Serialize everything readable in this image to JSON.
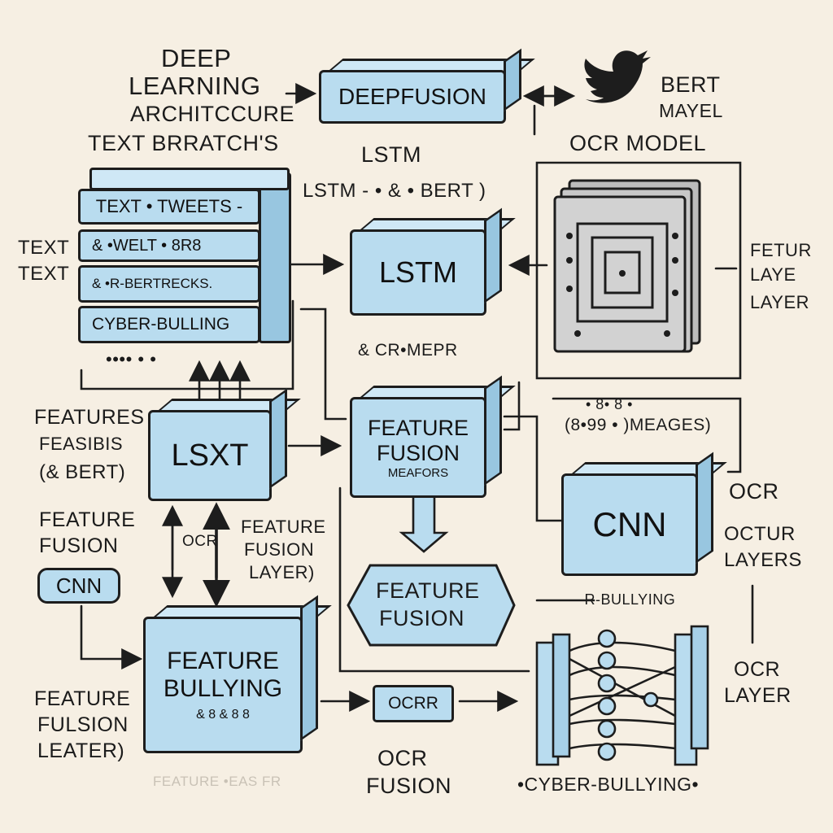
{
  "title_lines": [
    "DEEP",
    "LEARNING",
    "ARCHITCCURE",
    "TEXT BRRATCH'S"
  ],
  "deepfusion": "DEEPFUSION",
  "bert_model": [
    "BERT",
    "MAYEL"
  ],
  "ocr_model": "OCR MODEL",
  "lstm_top": "LSTM",
  "lstm_bert": "LSTM - • & • BERT )",
  "text_stack": [
    "TEXT • TWEETS -",
    "& •WELT • 8R8",
    "& •R-BERTRECKS.",
    "CYBER-BULLING"
  ],
  "text_side": [
    "TEXT",
    "TEXT"
  ],
  "lstm_box": "LSTM",
  "fetur_layer": [
    "FETUR",
    "LAYE",
    "LAYER"
  ],
  "ocr_mepr": "& CR•MEPR",
  "dots_row": "•••• • •",
  "features_left": [
    "FEATURES",
    "FEASIBIS",
    "(& BERT)"
  ],
  "lsxt": "LSXT",
  "feature_fusion_box": [
    "FEATURE",
    "FUSION",
    "MEAFORS"
  ],
  "images_label": "(8•99 • )MEAGES)",
  "images_top": "• 8• 8 •",
  "feature_fusion_left": [
    "FEATURE",
    "FUSION"
  ],
  "cnn_small": "CNN",
  "ocr_mid": "OCR",
  "feature_fusion_layer": [
    "FEATURE",
    "FUSION",
    "LAYER)"
  ],
  "feature_fusion_hex": [
    "FEATURE",
    "FUSION"
  ],
  "cnn_big": "CNN",
  "ocr_right": "OCR",
  "octur_layers": [
    "OCTUR",
    "LAYERS"
  ],
  "r_bullying": "—R-BULLYING",
  "feature_bullying": [
    "FEATURE",
    "BULLYING",
    "& 8 & 8 8"
  ],
  "feature_fulsion_leater": [
    "FEATURE",
    "FULSION",
    "LEATER)"
  ],
  "ocrr": "OCRR",
  "ocr_fusion": [
    "OCR",
    "FUSION"
  ],
  "ocr_layer": [
    "OCR",
    "LAYER"
  ],
  "cyberbullying_bottom": "•CYBER-BULLYING•",
  "feature_eas_faint": "FEATURE •EAS FR",
  "colors": {
    "box_fill": "#b9dcef",
    "box_side": "#98c6e0",
    "stroke": "#1d1d1d",
    "background": "#f6efe3",
    "ocr_panel": "#c8c8c8"
  }
}
